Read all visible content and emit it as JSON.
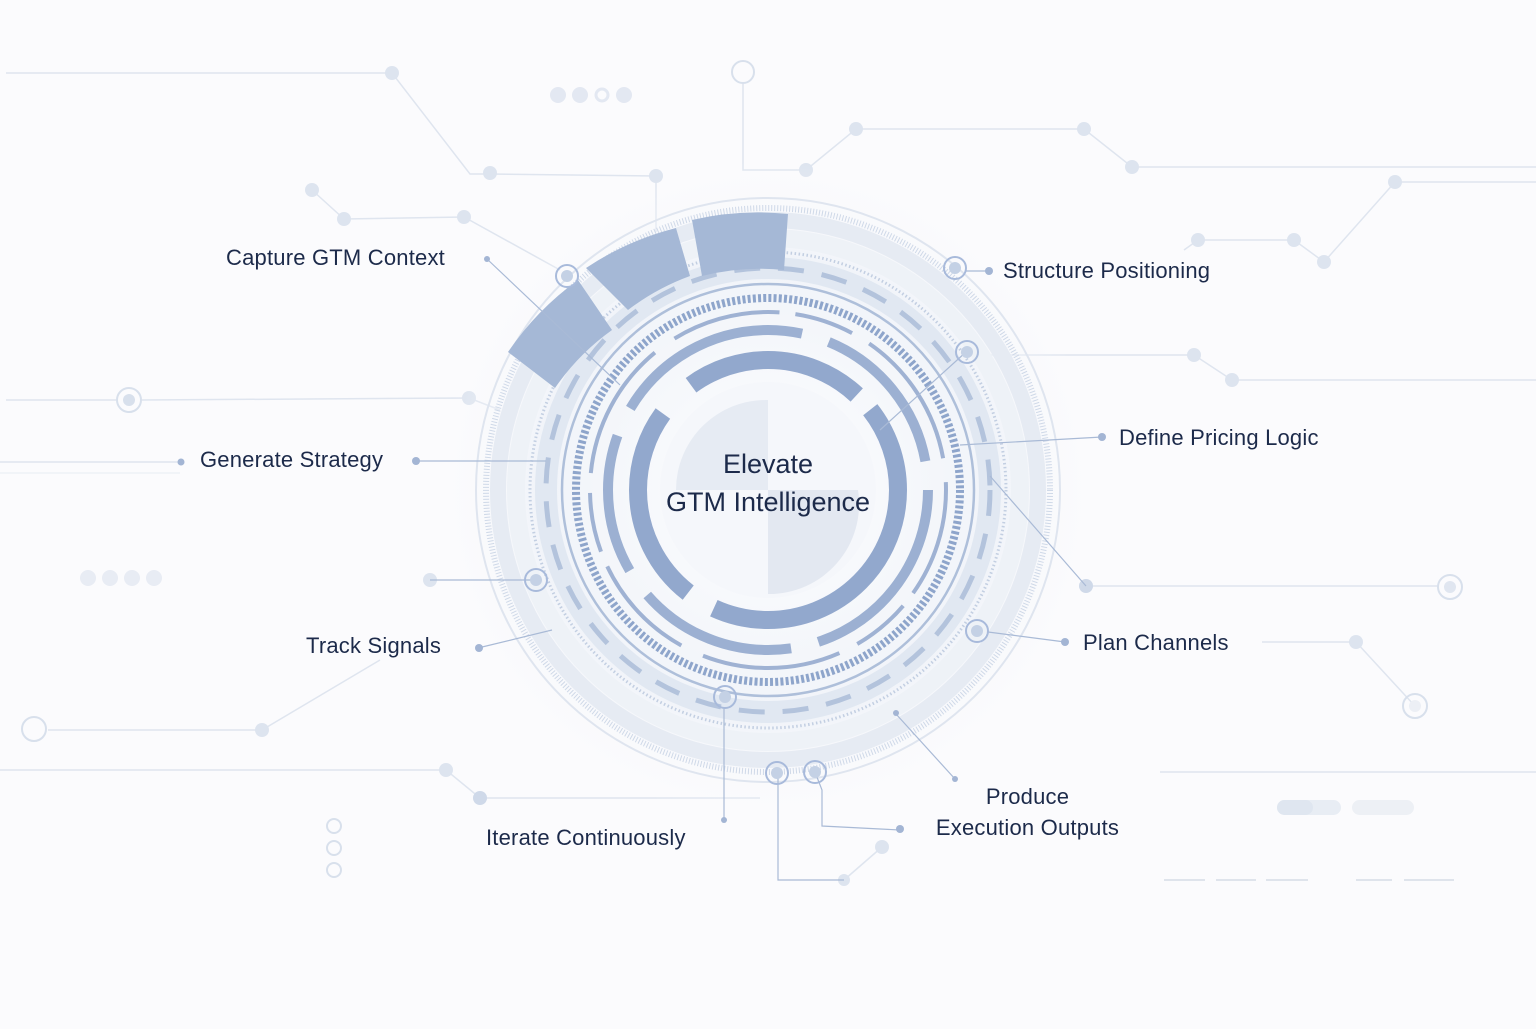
{
  "diagram": {
    "title_line1": "Elevate",
    "title_line2": "GTM Intelligence",
    "colors": {
      "background": "#fbfbfd",
      "text": "#1c2a4a",
      "accent": "#8fa6cc",
      "accent_dark": "#7e97c2",
      "light": "#dde4ef",
      "line": "#c9d4e6"
    },
    "stages": [
      {
        "id": "capture",
        "label": "Capture GTM Context"
      },
      {
        "id": "structure",
        "label": "Structure Positioning"
      },
      {
        "id": "pricing",
        "label": "Define Pricing Logic"
      },
      {
        "id": "channels",
        "label": "Plan Channels"
      },
      {
        "id": "outputs",
        "label_line1": "Produce",
        "label_line2": "Execution Outputs"
      },
      {
        "id": "iterate",
        "label": "Iterate Continuously"
      },
      {
        "id": "signals",
        "label": "Track Signals"
      },
      {
        "id": "strategy",
        "label": "Generate Strategy"
      }
    ]
  }
}
